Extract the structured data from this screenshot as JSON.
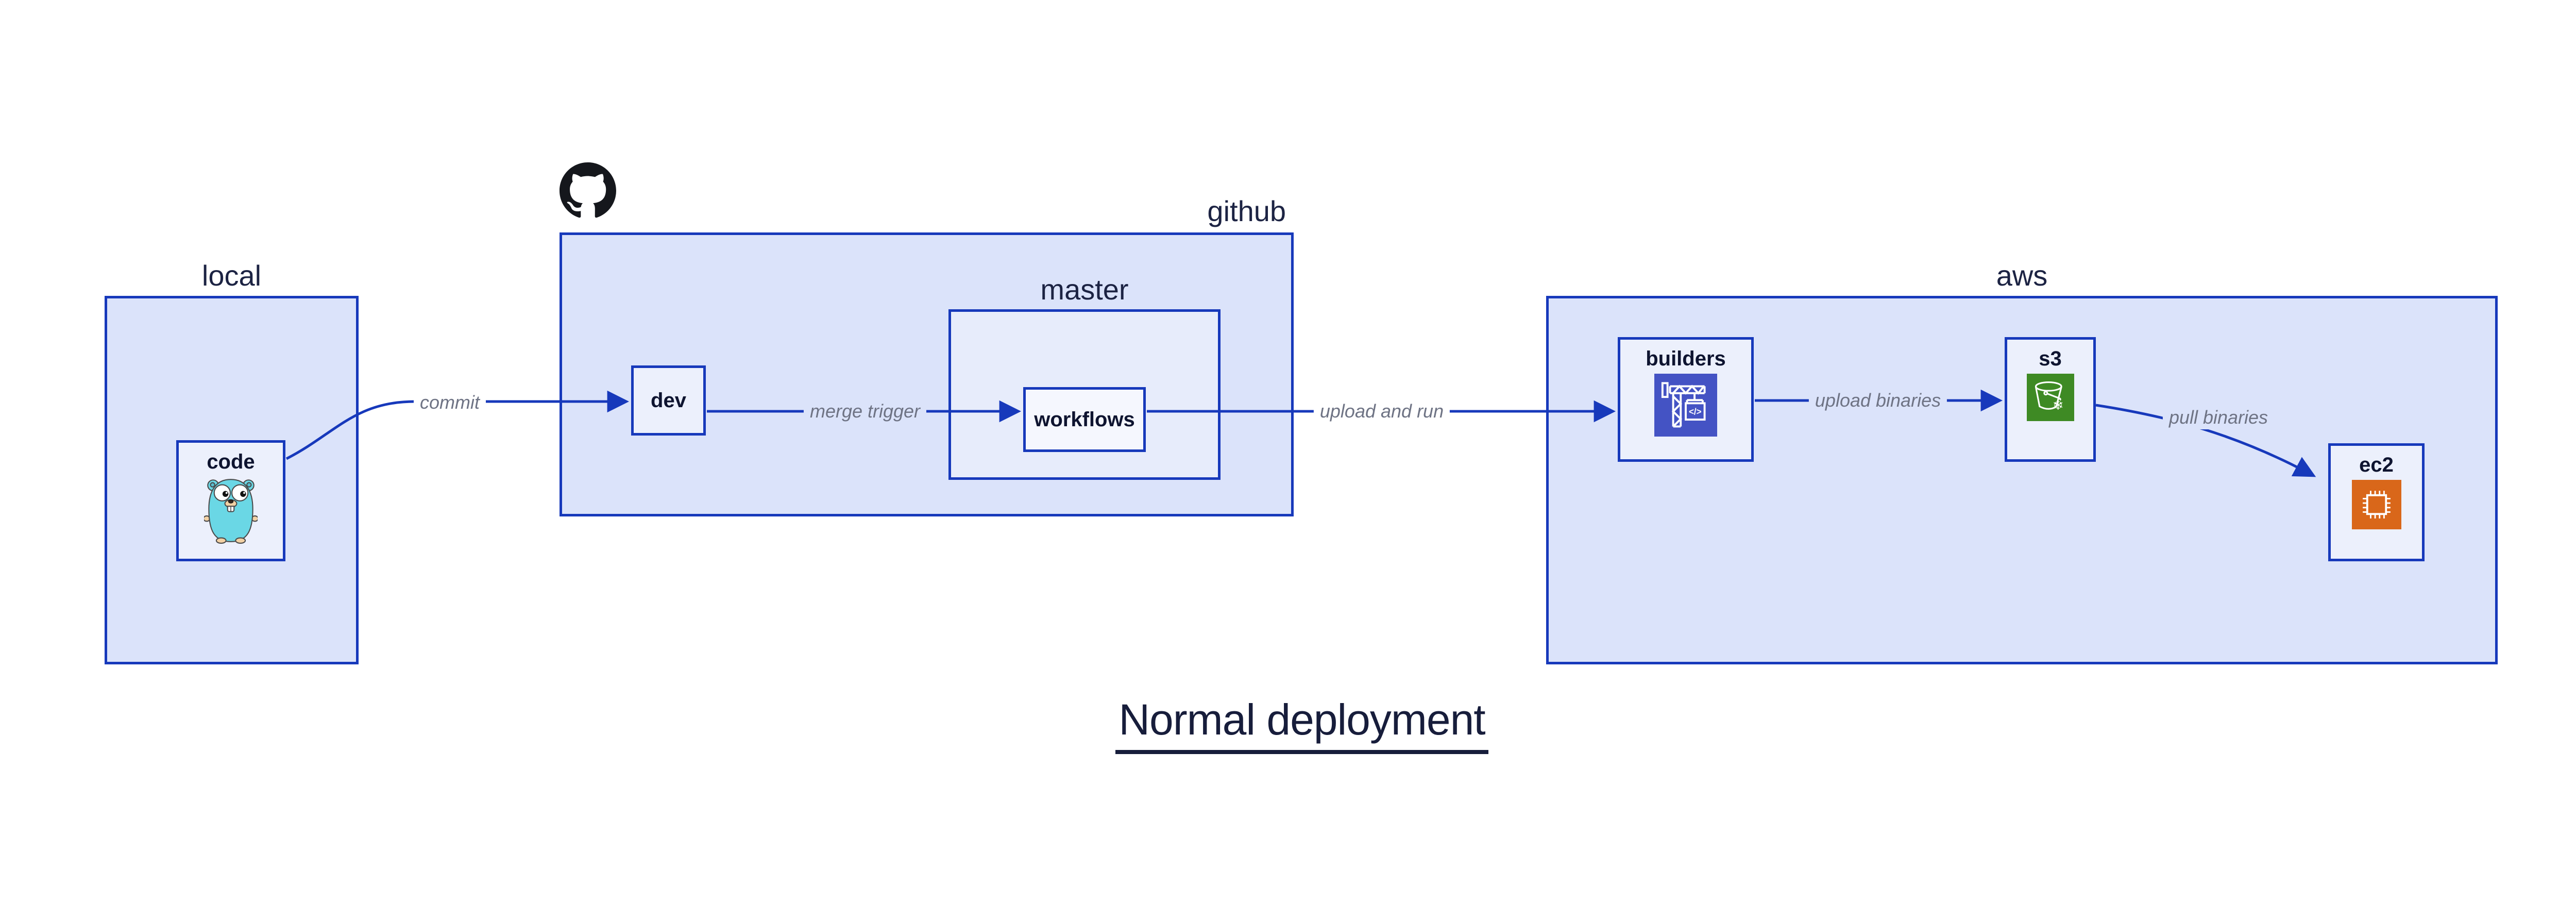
{
  "title": "Normal deployment",
  "containers": [
    {
      "id": "local",
      "label": "local"
    },
    {
      "id": "github",
      "label": "github"
    },
    {
      "id": "master",
      "label": "master"
    },
    {
      "id": "aws",
      "label": "aws"
    }
  ],
  "nodes": [
    {
      "id": "code",
      "label": "code",
      "icon": "go-gopher-icon"
    },
    {
      "id": "dev",
      "label": "dev",
      "icon": null
    },
    {
      "id": "workflows",
      "label": "workflows",
      "icon": null
    },
    {
      "id": "builders",
      "label": "builders",
      "icon": "aws-codebuild-icon"
    },
    {
      "id": "s3",
      "label": "s3",
      "icon": "aws-s3-glacier-icon"
    },
    {
      "id": "ec2",
      "label": "ec2",
      "icon": "aws-ec2-icon"
    }
  ],
  "edges": [
    {
      "from": "code",
      "to": "dev",
      "label": "commit"
    },
    {
      "from": "dev",
      "to": "workflows",
      "label": "merge trigger"
    },
    {
      "from": "workflows",
      "to": "builders",
      "label": "upload and run"
    },
    {
      "from": "builders",
      "to": "s3",
      "label": "upload binaries"
    },
    {
      "from": "s3",
      "to": "ec2",
      "label": "pull binaries"
    }
  ],
  "icons": [
    "github-logo-icon",
    "go-gopher-icon",
    "aws-codebuild-icon",
    "aws-s3-glacier-icon",
    "aws-ec2-icon"
  ],
  "colors": {
    "border_and_arrow_blue": "#1739bb",
    "container_fill": "#dbe3fa",
    "master_fill": "#e7ecfb",
    "node_fill": "#ecf0fc",
    "workflows_fill": "#f5f7fe",
    "edge_label_gray": "#6e7384",
    "node_label_navy": "#0e1430",
    "title_navy": "#171d3b",
    "codebuild_icon_bg": "#4453c4",
    "s3_glacier_icon_bg": "#3e8a24",
    "ec2_icon_bg": "#d9671a",
    "github_logo_black": "#15171c",
    "gopher_teal": "#6ad7e5"
  }
}
